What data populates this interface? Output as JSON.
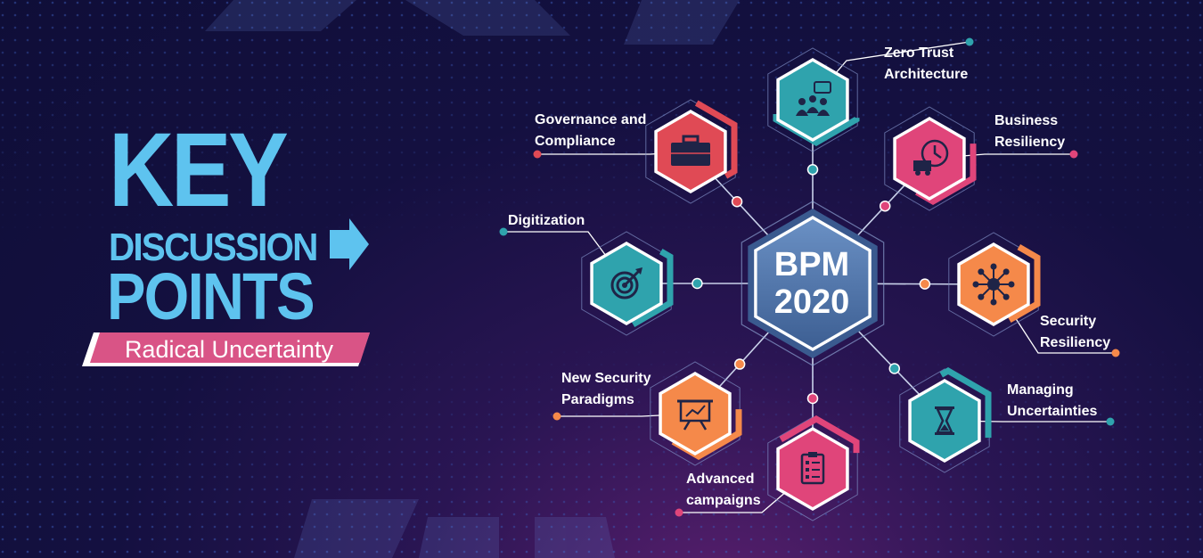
{
  "title": {
    "key": "KEY",
    "discussion": "DISCUSSION",
    "points": "POINTS",
    "subtitle": "Radical Uncertainty"
  },
  "hub": {
    "label": "BPM\n2020",
    "color": "#4f74a8"
  },
  "nodes": [
    {
      "label": "Zero Trust\nArchitecture",
      "icon": "team-chat-icon",
      "color": "#2fa3ad",
      "accent": "#2fa3ad"
    },
    {
      "label": "Business\nResiliency",
      "icon": "delivery-truck-clock-icon",
      "color": "#e0457a",
      "accent": "#e0457a"
    },
    {
      "label": "Security\nResiliency",
      "icon": "network-hub-icon",
      "color": "#f5894a",
      "accent": "#f5894a"
    },
    {
      "label": "Managing\nUncertainties",
      "icon": "hourglass-icon",
      "color": "#2fa3ad",
      "accent": "#2fa3ad"
    },
    {
      "label": "Advanced\ncampaigns",
      "icon": "clipboard-checklist-icon",
      "color": "#e0457a",
      "accent": "#e0457a"
    },
    {
      "label": "New Security\nParadigms",
      "icon": "presentation-board-icon",
      "color": "#f5894a",
      "accent": "#f5894a"
    },
    {
      "label": "Digitization",
      "icon": "target-icon",
      "color": "#2fa3ad",
      "accent": "#2fa3ad"
    },
    {
      "label": "Governance and\nCompliance",
      "icon": "briefcase-icon",
      "color": "#e04a55",
      "accent": "#e04a55"
    }
  ],
  "colors": {
    "title": "#5ec3ef",
    "subtitle_bg": "#d95486",
    "background": "#100f3a"
  }
}
